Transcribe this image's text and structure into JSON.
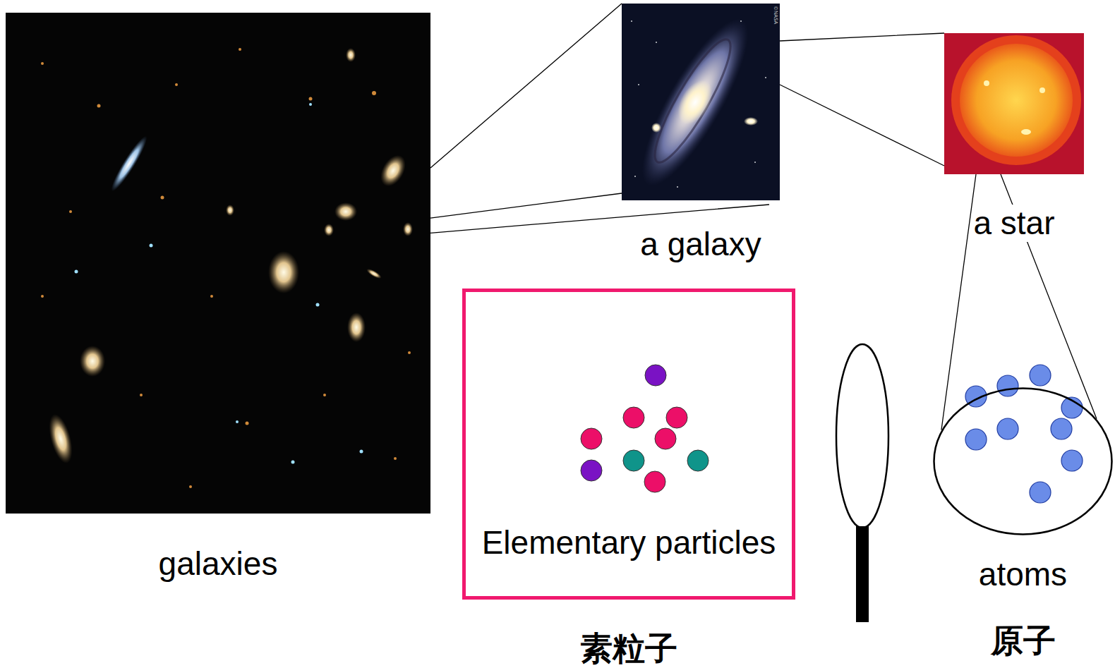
{
  "diagram": {
    "nodes": [
      {
        "text": [
          "galaxies"
        ]
      },
      {
        "text": [
          "a galaxy"
        ]
      },
      {
        "text": [
          "a star"
        ]
      },
      {
        "text": [
          "Elementary particles",
          "素粒子"
        ]
      },
      {
        "text": [
          "atoms",
          "原子"
        ]
      }
    ],
    "edges": [
      {
        "from": 0,
        "to": 1,
        "arrow": "none"
      },
      {
        "from": 1,
        "to": 2,
        "arrow": "none"
      },
      {
        "from": 2,
        "to": 4,
        "arrow": "none"
      }
    ],
    "labels": [
      "©NASA"
    ]
  }
}
